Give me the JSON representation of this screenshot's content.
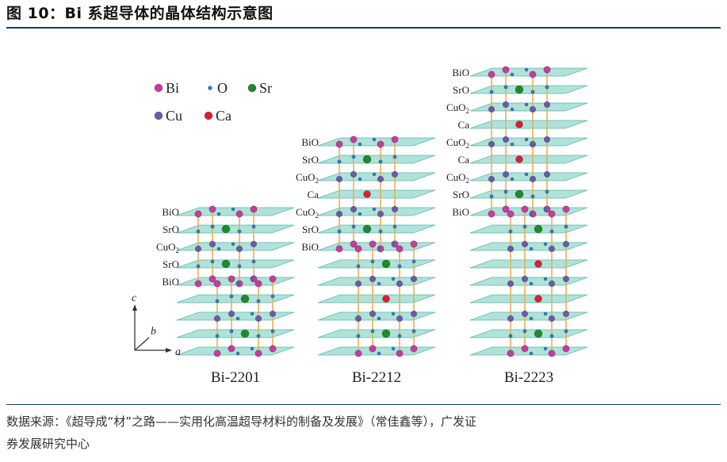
{
  "header": {
    "title": "图 10：Bi 系超导体的晶体结构示意图"
  },
  "legend": [
    {
      "symbol": "Bi",
      "color": "#c63c9e"
    },
    {
      "symbol": "O",
      "color": "#2e7fc0"
    },
    {
      "symbol": "Sr",
      "color": "#1f8a2a"
    },
    {
      "symbol": "Cu",
      "color": "#6a5aa8"
    },
    {
      "symbol": "Ca",
      "color": "#d8202f"
    }
  ],
  "axes": {
    "c": "c",
    "b": "b",
    "a": "a"
  },
  "structures": [
    {
      "name": "Bi-2201",
      "layers": [
        "BiO",
        "SrO",
        "CuO2",
        "SrO",
        "BiO"
      ]
    },
    {
      "name": "Bi-2212",
      "layers": [
        "BiO",
        "SrO",
        "CuO2",
        "Ca",
        "CuO2",
        "SrO",
        "BiO"
      ]
    },
    {
      "name": "Bi-2223",
      "layers": [
        "BiO",
        "SrO",
        "CuO2",
        "Ca",
        "CuO2",
        "Ca",
        "CuO2",
        "SrO",
        "BiO"
      ]
    }
  ],
  "colors": {
    "plane_fill": "#9fdcd2",
    "plane_stroke": "#5cb8ac",
    "bond": "#e6b058"
  },
  "source": {
    "line1": "数据来源：《超导成“材”之路——实用化高温超导材料的制备及发展》（常佳鑫等），广发证",
    "line2": "券发展研究中心"
  }
}
